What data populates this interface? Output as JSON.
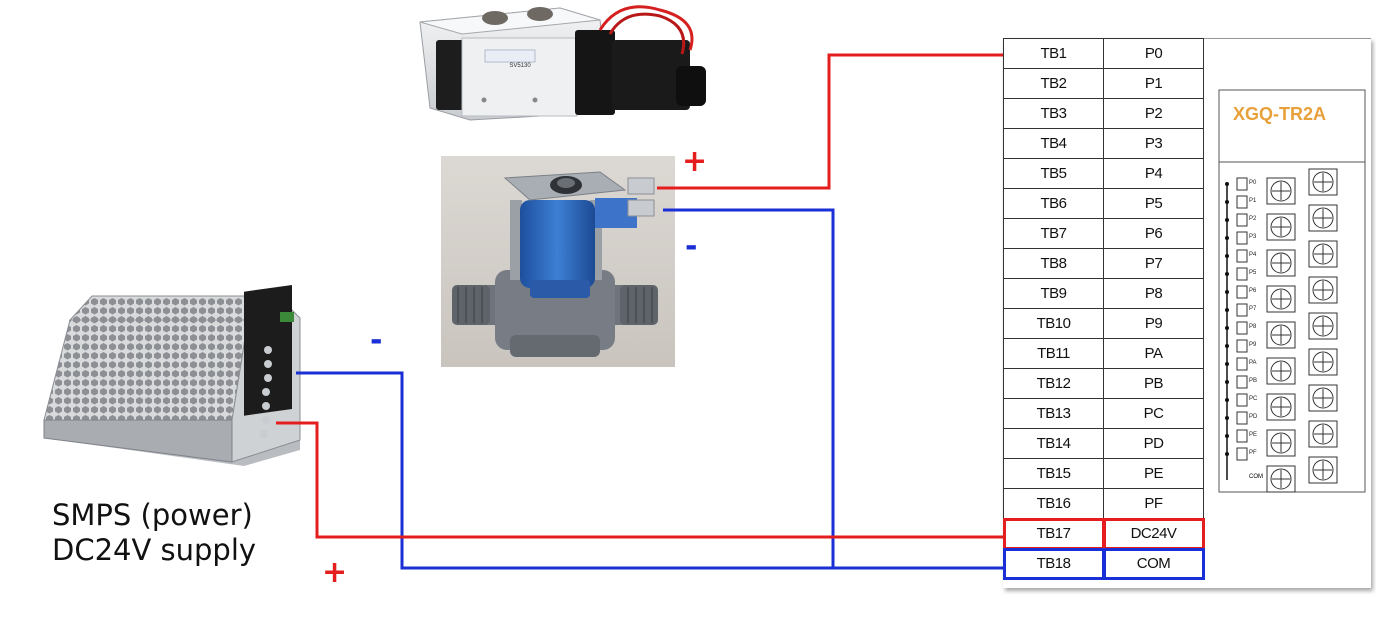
{
  "smps": {
    "caption_line1": "SMPS (power)",
    "caption_line2": "DC24V supply"
  },
  "polarity": {
    "valve_plus": "+",
    "valve_minus": "-",
    "smps_minus": "-",
    "smps_plus": "+"
  },
  "plc": {
    "module_name": "XGQ-TR2A",
    "rows": [
      {
        "tb": "TB1",
        "point": "P0"
      },
      {
        "tb": "TB2",
        "point": "P1"
      },
      {
        "tb": "TB3",
        "point": "P2"
      },
      {
        "tb": "TB4",
        "point": "P3"
      },
      {
        "tb": "TB5",
        "point": "P4"
      },
      {
        "tb": "TB6",
        "point": "P5"
      },
      {
        "tb": "TB7",
        "point": "P6"
      },
      {
        "tb": "TB8",
        "point": "P7"
      },
      {
        "tb": "TB9",
        "point": "P8"
      },
      {
        "tb": "TB10",
        "point": "P9"
      },
      {
        "tb": "TB11",
        "point": "PA"
      },
      {
        "tb": "TB12",
        "point": "PB"
      },
      {
        "tb": "TB13",
        "point": "PC"
      },
      {
        "tb": "TB14",
        "point": "PD"
      },
      {
        "tb": "TB15",
        "point": "PE"
      },
      {
        "tb": "TB16",
        "point": "PF"
      },
      {
        "tb": "TB17",
        "point": "DC24V"
      },
      {
        "tb": "TB18",
        "point": "COM"
      }
    ],
    "circuit_labels": [
      "P0",
      "P1",
      "P2",
      "P3",
      "P4",
      "P5",
      "P6",
      "P7",
      "P8",
      "P9",
      "PA",
      "PB",
      "PC",
      "PD",
      "PE",
      "PF"
    ],
    "com_label": "COM"
  },
  "valve_top_label": "SV5130",
  "colors": {
    "positive_wire": "#e41e1e",
    "negative_wire": "#1a2fd6",
    "module_label": "#e8a03a"
  }
}
